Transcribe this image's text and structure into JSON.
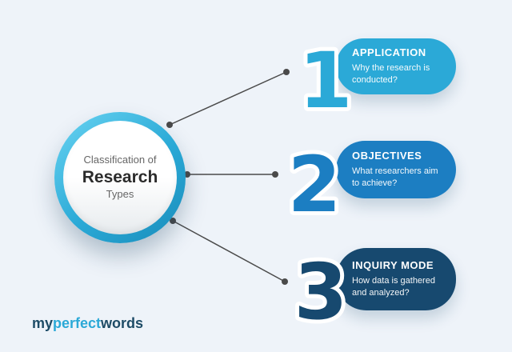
{
  "page": {
    "bg": "#eef3f9"
  },
  "circle": {
    "top_text": "Classification of",
    "main_text": "Research",
    "bottom_text": "Types"
  },
  "items": [
    {
      "number": "1",
      "title": "APPLICATION",
      "description": "Why the research is conducted?",
      "color": "#2BA9D7"
    },
    {
      "number": "2",
      "title": "OBJECTIVES",
      "description": "What researchers aim to achieve?",
      "color": "#1C7EC2"
    },
    {
      "number": "3",
      "title": "INQUIRY MODE",
      "description": "How data is gathered and analyzed?",
      "color": "#17496F"
    }
  ],
  "logo": {
    "my": "my",
    "perfect": "perfect",
    "words": "words",
    "dark_color": "#1D4B66",
    "accent_color": "#2BA9D7"
  },
  "connector_color": "#4a4a4a"
}
